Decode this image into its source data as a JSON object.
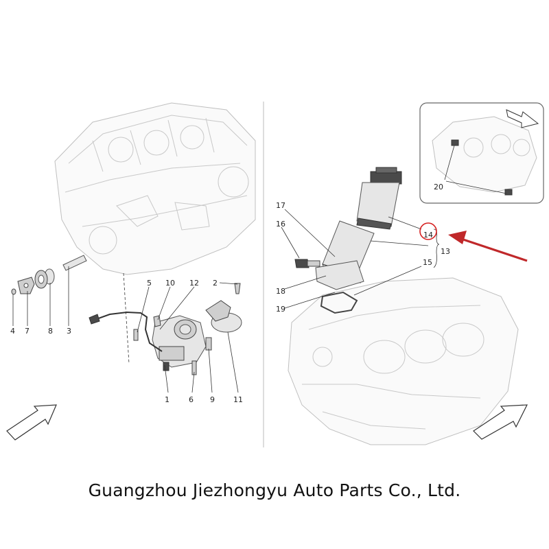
{
  "diagram": {
    "left_panel": {
      "callouts": [
        "1",
        "2",
        "3",
        "4",
        "5",
        "6",
        "7",
        "8",
        "9",
        "10",
        "11",
        "12"
      ]
    },
    "right_panel": {
      "callouts": [
        "13",
        "14",
        "15",
        "16",
        "17",
        "18",
        "19"
      ],
      "inset_callouts": [
        "20"
      ],
      "highlighted_part": "14"
    },
    "colors": {
      "highlight": "#d62020",
      "line": "#333333",
      "engine_outline": "#bfbfbf"
    }
  },
  "footer": {
    "company": "Guangzhou Jiezhongyu Auto Parts Co., Ltd."
  }
}
